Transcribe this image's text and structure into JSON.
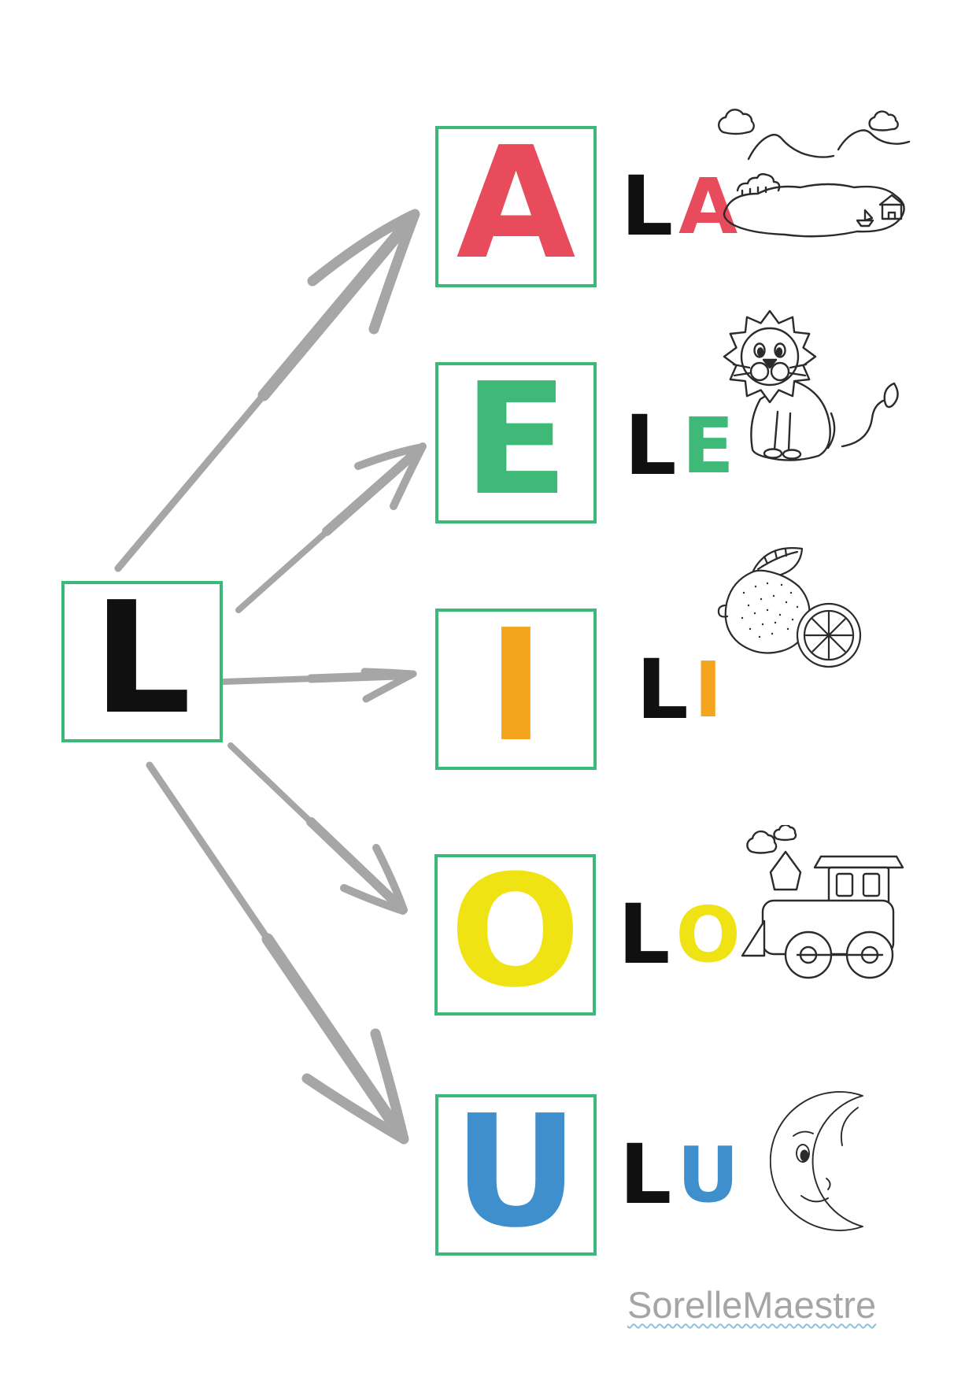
{
  "worksheet": {
    "source_letter": "L",
    "watermark": "SorelleMaestre"
  },
  "colors": {
    "box_border": "#3cb878",
    "arrow": "#a6a6a6",
    "black_letter": "#101010",
    "vowel_a": "#e84c5c",
    "vowel_e": "#3eb978",
    "vowel_i": "#f5a51d",
    "vowel_o": "#f0e314",
    "vowel_u": "#3e8fcb",
    "lineart": "#2b2b2b",
    "watermark_text": "#a5a5a5",
    "watermark_underline": "#8ac2dd"
  },
  "rows": [
    {
      "vowel": "A",
      "syllable_consonant": "L",
      "syllable_vowel": "A",
      "illustration": "lake"
    },
    {
      "vowel": "E",
      "syllable_consonant": "L",
      "syllable_vowel": "E",
      "illustration": "lion"
    },
    {
      "vowel": "I",
      "syllable_consonant": "L",
      "syllable_vowel": "I",
      "illustration": "lemon"
    },
    {
      "vowel": "O",
      "syllable_consonant": "L",
      "syllable_vowel": "O",
      "illustration": "train"
    },
    {
      "vowel": "U",
      "syllable_consonant": "L",
      "syllable_vowel": "U",
      "illustration": "moon"
    }
  ]
}
